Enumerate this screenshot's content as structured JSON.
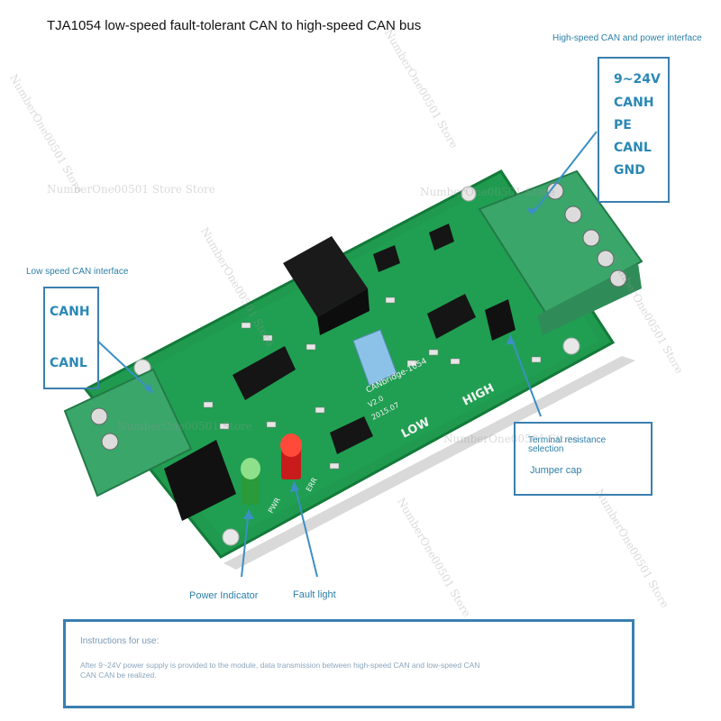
{
  "title": "TJA1054 low-speed fault-tolerant CAN to high-speed CAN bus",
  "high_speed_section": {
    "heading": "High-speed CAN and power interface",
    "pins": [
      "9~24V",
      "CANH",
      "PE",
      "CANL",
      "GND"
    ]
  },
  "low_speed_section": {
    "heading": "Low speed CAN interface",
    "pins": [
      "CANH",
      "CANL"
    ]
  },
  "terminal_resistance": {
    "label": "Terminal resistance selection",
    "sub_label": "Jumper cap"
  },
  "power_indicator": "Power Indicator",
  "fault_light": "Fault light",
  "instructions": {
    "title": "Instructions for use:",
    "line1": "After 9~24V power supply is provided to the module, data transmission between high-speed CAN and low-speed CAN",
    "line2": "CAN CAN be realized."
  },
  "board_silkscreen": {
    "board_name": "CANbridge-1054",
    "version": "V2.0",
    "date": "2015.07",
    "low": "LOW",
    "high": "HIGH",
    "pwr": "PWR",
    "err": "ERR"
  },
  "watermarks": [
    "NumberOne00501 Store",
    "NumberOne00501 Store Store"
  ],
  "colors": {
    "pcb": "#1f9a4e",
    "terminal": "#3aa66a",
    "accent_blue": "#3b7fb0",
    "pin_text": "#2b88b5"
  }
}
